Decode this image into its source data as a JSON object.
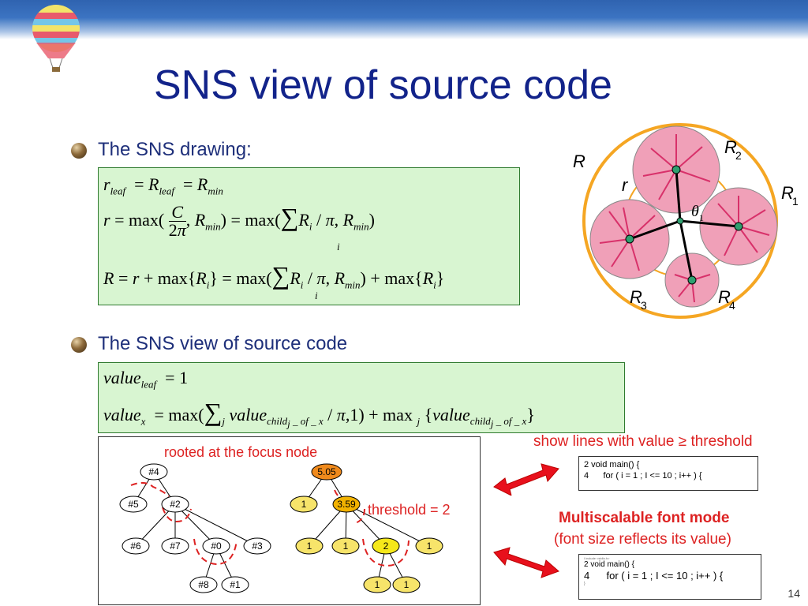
{
  "slide": {
    "title": "SNS view of source code",
    "page_number": "14"
  },
  "bullets": [
    {
      "text": "The SNS drawing:"
    },
    {
      "text": "The SNS view of source code"
    }
  ],
  "equations_drawing": [
    "r_leaf = R_leaf = R_min",
    "r = max(C/2π, R_min) = max(Σ_i R_i/π, R_min)",
    "R = r + max{R_i} = max(Σ_i R_i/π, R_min) + max{R_i}"
  ],
  "equations_value": [
    "value_leaf = 1",
    "value_x = max(Σ_j value_child_j_of_x / π, 1) + max_j {value_child_j_of_x}"
  ],
  "circle_diagram": {
    "labels": {
      "R": "R",
      "r": "r",
      "R1": "R",
      "R2": "R",
      "R3": "R",
      "R4": "R",
      "theta": "θ",
      "sub1": "1",
      "sub2": "2",
      "sub3": "3",
      "sub4": "4",
      "theta_sub": "1"
    },
    "colors": {
      "outer": "#f5a623",
      "inner": "#f0a0b8",
      "small": "#ee6a93"
    }
  },
  "tree_panel": {
    "caption": "rooted at the focus node",
    "threshold_label": "threshold = 2",
    "left_tree": {
      "nodes": [
        "#4",
        "#5",
        "#2",
        "#6",
        "#7",
        "#0",
        "#3",
        "#8",
        "#1"
      ]
    },
    "right_tree": {
      "nodes": [
        "5.05",
        "1",
        "3.59",
        "1",
        "1",
        "2",
        "1",
        "1",
        "1"
      ]
    }
  },
  "right_annotations": {
    "lines_label": "show lines with value ≥ threshold",
    "font_mode_label": "Multiscalable font mode",
    "font_mode_sub": "(font size reflects its value)"
  },
  "code_box_1": {
    "line1": "2 void main() {",
    "line2": "4      for ( i = 1 ; I <= 10 ; i++ ) {"
  },
  "code_box_2": {
    "tiny1": "I include <stdio.h>",
    "line1": "2 void main() {",
    "line2_num": "4",
    "line2": "for ( i = 1 ; I <= 10 ; i++ ) {",
    "tiny2": "}"
  }
}
